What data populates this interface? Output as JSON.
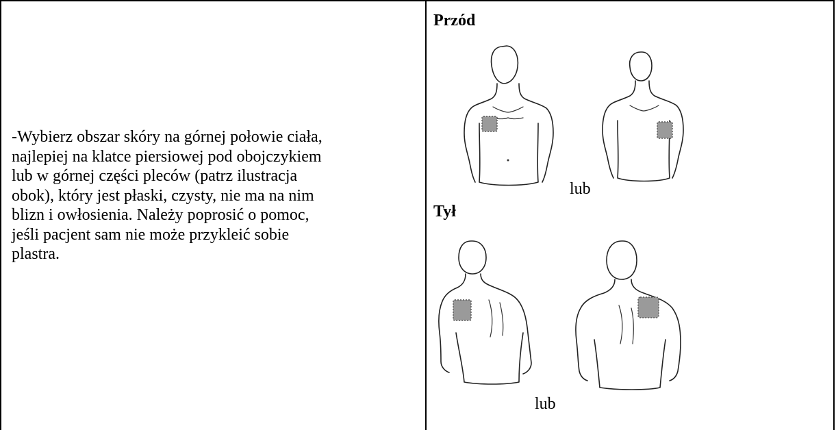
{
  "instruction_text": "-Wybierz obszar skóry na górnej połowie ciała,\nnajlepiej na klatce piersiowej pod obojczykiem\nlub w górnej części pleców (patrz ilustracja\nobok), który jest płaski, czysty, nie ma na nim\nblizn i owłosienia. Należy poprosić o pomoc,\njeśli pacjent sam nie może przykleić sobie\nplastra.",
  "front": {
    "heading": "Przód",
    "or_label": "lub"
  },
  "back": {
    "heading": "Tył",
    "or_label": "lub"
  },
  "icons": {
    "front_left": "torso-front-patch-right-chest-icon",
    "front_right": "torso-front-patch-left-chest-icon",
    "back_left": "torso-back-patch-left-shoulder-icon",
    "back_right": "torso-back-patch-right-shoulder-icon"
  },
  "colors": {
    "patch": "#9a9a9a",
    "line": "#222222",
    "border": "#000000"
  }
}
